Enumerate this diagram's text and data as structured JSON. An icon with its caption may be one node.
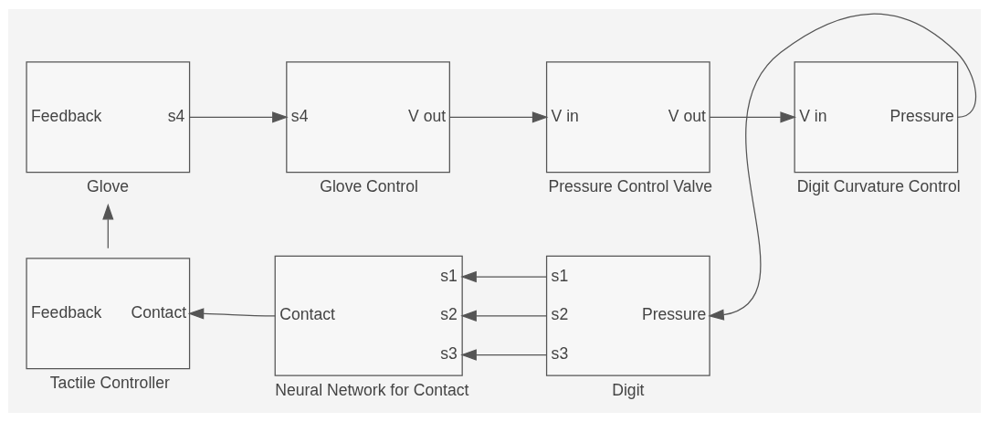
{
  "diagram": {
    "nodes": [
      {
        "text": [
          "Feedback",
          "s4"
        ],
        "beside": [
          "Glove"
        ]
      },
      {
        "text": [
          "s4",
          "V out"
        ],
        "beside": [
          "Glove Control"
        ]
      },
      {
        "text": [
          "V in",
          "V out"
        ],
        "beside": [
          "Pressure Control Valve"
        ]
      },
      {
        "text": [
          "V in",
          "Pressure"
        ],
        "beside": [
          "Digit Curvature Control"
        ]
      },
      {
        "text": [
          "Feedback",
          "Contact"
        ],
        "beside": [
          "Tactile Controller"
        ]
      },
      {
        "text": [
          "s1",
          "Contact",
          "s2",
          "s3"
        ],
        "beside": [
          "Neural Network for Contact"
        ]
      },
      {
        "text": [
          "s1",
          "s2",
          "Pressure",
          "s3"
        ],
        "beside": [
          "Digit"
        ]
      }
    ],
    "edges": [
      {
        "from": 0,
        "to": 1,
        "arrow": "to"
      },
      {
        "from": 1,
        "to": 2,
        "arrow": "to"
      },
      {
        "from": 2,
        "to": 3,
        "arrow": "to"
      },
      {
        "from": 3,
        "to": 6,
        "arrow": "to"
      },
      {
        "from": 6,
        "to": 5,
        "arrow": "to"
      },
      {
        "from": 6,
        "to": 5,
        "arrow": "to"
      },
      {
        "from": 6,
        "to": 5,
        "arrow": "to"
      },
      {
        "from": 5,
        "to": 4,
        "arrow": "to"
      },
      {
        "from": 4,
        "to": 0,
        "arrow": "to"
      }
    ]
  }
}
